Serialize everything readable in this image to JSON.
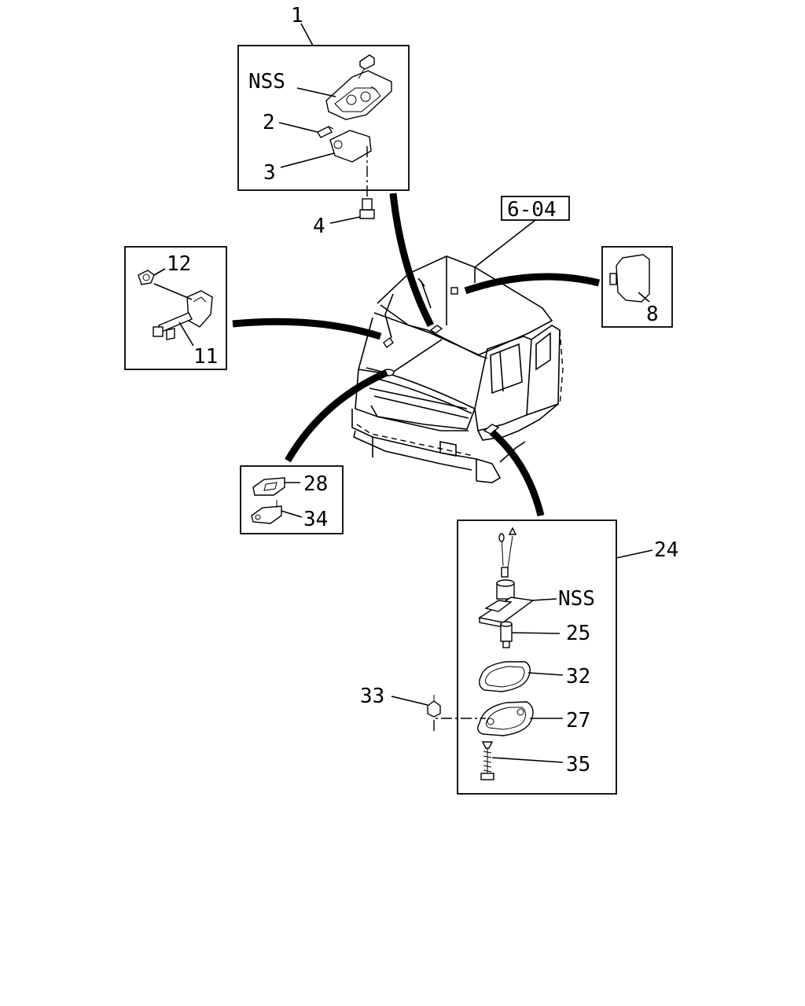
{
  "labels": {
    "item_1": "1",
    "item_2": "2",
    "item_3": "3",
    "item_4": "4",
    "item_8": "8",
    "item_11": "11",
    "item_12": "12",
    "item_24": "24",
    "item_25": "25",
    "item_27": "27",
    "item_28": "28",
    "item_32": "32",
    "item_33": "33",
    "item_34": "34",
    "item_35": "35",
    "nss_top": "NSS",
    "nss_side": "NSS",
    "ref_section": "6-04"
  }
}
